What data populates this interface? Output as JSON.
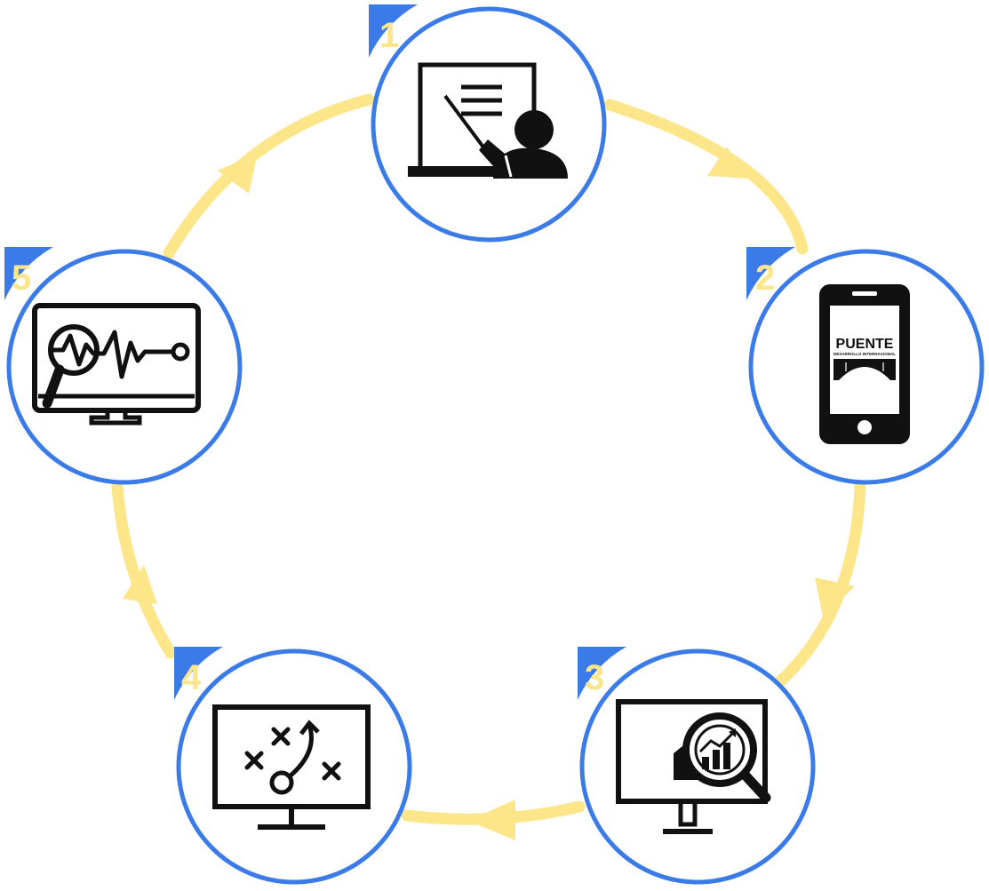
{
  "colors": {
    "ring_stroke": "#3b7be8",
    "badge_fill": "#3b7be8",
    "badge_text": "#fde58a",
    "cycle_arrow": "#fde58a",
    "icon": "#111111",
    "background": "#ffffff"
  },
  "steps": [
    {
      "number": "1",
      "icon": "teacher-presentation-icon"
    },
    {
      "number": "2",
      "icon": "smartphone-icon",
      "brand": "PUENTE",
      "brand_sub": "DESARROLLO INTERNACIONAL"
    },
    {
      "number": "3",
      "icon": "monitor-data-analysis-icon"
    },
    {
      "number": "4",
      "icon": "monitor-strategy-icon"
    },
    {
      "number": "5",
      "icon": "monitor-health-analytics-icon"
    }
  ]
}
